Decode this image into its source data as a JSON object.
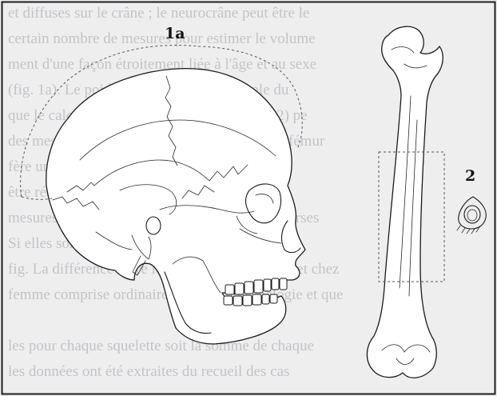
{
  "figure": {
    "labels": {
      "skull": "1a",
      "cross_section": "2"
    },
    "background_text_lines": [
      "et diffuses sur le crâne ; le neurocrâne peut être le",
      "certain nombre de mesures pour estimer le volume",
      "ment d'une façon étroitement liée à l'âge et au sexe",
      "(fig. 1a). Le poids et la section transversale du",
      "que le calcul de la surface des os longs (fig. 2) pe",
      "des mesures prises sur des os longs comme le fémur",
      "fère une base moyenne au niveau du nombre",
      "être résumée dans une petite différence des os",
      "mesures habituelles définies au niveau des diverses",
      "Si elles sont trouvées plus faibles que celle de la",
      "fig. La différence entre les sexes chez l'homme et chez",
      "femme comprise ordinairement par une analogie et que",
      "",
      "les pour chaque squelette soit la somme de chaque",
      "les données ont été extraites du recueil des cas"
    ]
  }
}
